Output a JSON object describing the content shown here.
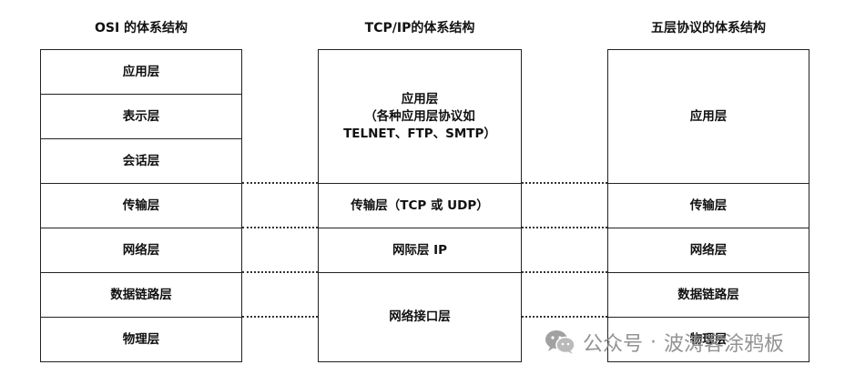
{
  "columns": [
    {
      "title": "OSI 的体系结构",
      "layers": [
        "应用层",
        "表示层",
        "会话层",
        "传输层",
        "网络层",
        "数据链路层",
        "物理层"
      ]
    },
    {
      "title": "TCP/IP的体系结构",
      "layers": [
        {
          "lines": [
            "应用层",
            "（各种应用层协议如",
            "TELNET、FTP、SMTP）"
          ]
        },
        "传输层（TCP 或 UDP）",
        "网际层 IP",
        "网络接口层"
      ]
    },
    {
      "title": "五层协议的体系结构",
      "layers": [
        "应用层",
        "传输层",
        "网络层",
        "数据链路层",
        "物理层"
      ]
    }
  ],
  "watermark": {
    "prefix": "公众号",
    "separator": "·",
    "name": "波涛客涂鸦板",
    "icon": "wechat-icon"
  }
}
